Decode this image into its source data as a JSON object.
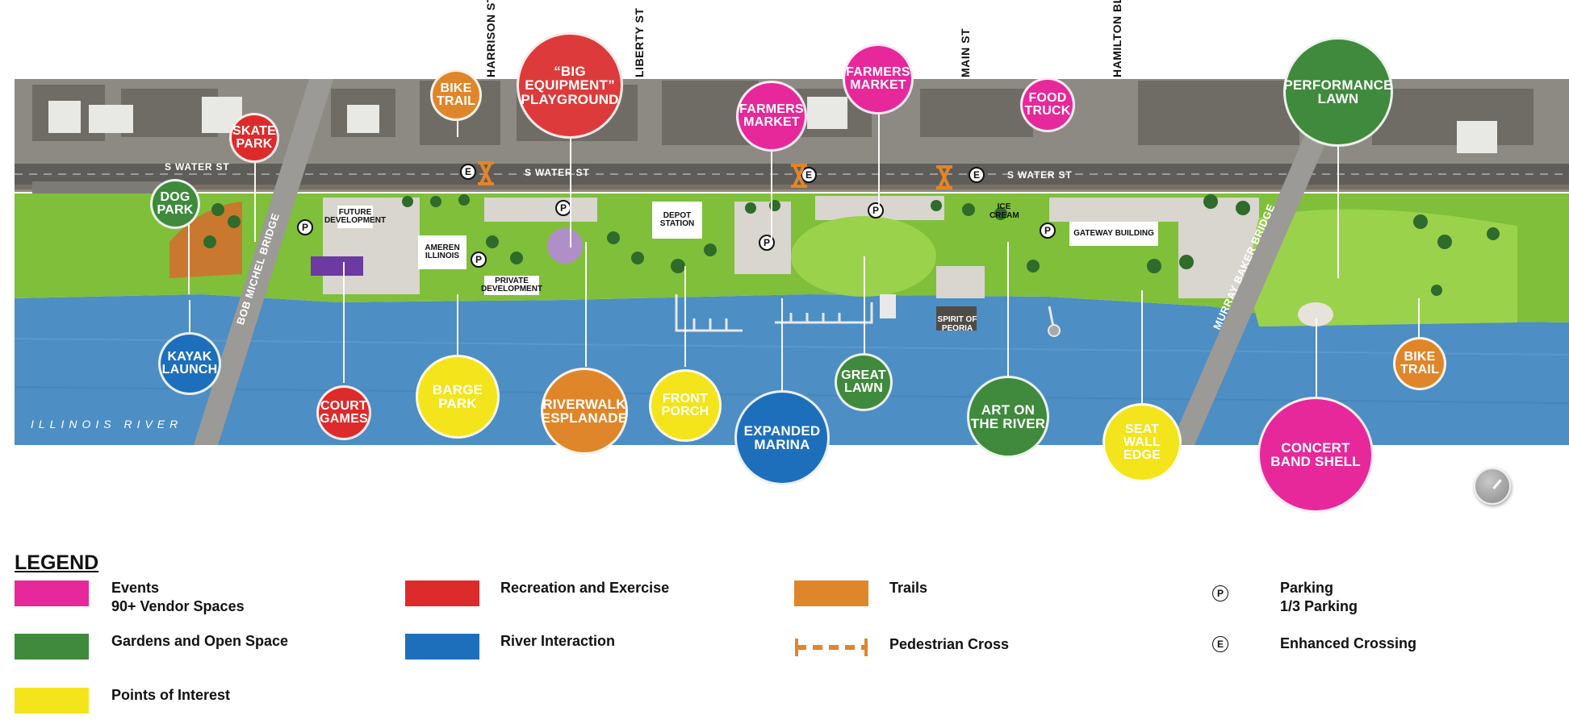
{
  "streets": {
    "harrison": "HARRISON ST",
    "liberty": "LIBERTY ST",
    "main": "MAIN ST",
    "hamilton": "HAMILTON  BL"
  },
  "roads": {
    "water_st_1": "S WATER ST",
    "water_st_2": "S WATER ST",
    "water_st_3": "S WATER ST"
  },
  "bridges": {
    "bob_michel": "BOB MICHEL BRIDGE",
    "murray_baker": "MURRAY BAKER BRIDGE"
  },
  "river": "ILLINOIS  RIVER",
  "buildings": {
    "future_dev": "FUTURE\nDEVELOPMENT",
    "ameren": "AMEREN\nILLINOIS",
    "private_dev": "PRIVATE\nDEVELOPMENT",
    "depot": "DEPOT\nSTATION",
    "ice_cream": "ICE\nCREAM",
    "gateway": "GATEWAY BUILDING",
    "spirit": "SPIRIT OF\nPEORIA"
  },
  "markers": {
    "parking": "P",
    "enhanced": "E"
  },
  "bubbles": {
    "bike_trail_1": "BIKE\nTRAIL",
    "big_equipment": "“BIG\nEQUIPMENT”\nPLAYGROUND",
    "skate_park": "SKATE\nPARK",
    "dog_park": "DOG\nPARK",
    "farmers_market_1": "FARMERS\nMARKET",
    "farmers_market_2": "FARMERS\nMARKET",
    "food_truck": "FOOD\nTRUCK",
    "performance_lawn": "PERFORMANCE\nLAWN",
    "kayak_launch": "KAYAK\nLAUNCH",
    "court_games": "COURT\nGAMES",
    "barge_park": "BARGE\nPARK",
    "riverwalk": "RIVERWALK\nESPLANADE",
    "front_porch": "FRONT\nPORCH",
    "expanded_marina": "EXPANDED\nMARINA",
    "great_lawn": "GREAT\nLAWN",
    "art_on_river": "ART ON\nTHE RIVER",
    "seat_wall": "SEAT WALL\nEDGE",
    "concert_band_shell": "CONCERT\nBAND SHELL",
    "bike_trail_2": "BIKE\nTRAIL"
  },
  "colors": {
    "events": "#e6289a",
    "gardens": "#3f8a3c",
    "points": "#f4e41b",
    "recreation": "#dd2b2b",
    "river": "#1e6fbb",
    "trails": "#e0862a",
    "water": "#4a8fc4",
    "park": "#7fbf3a"
  },
  "legend": {
    "title": "LEGEND",
    "items": {
      "events": "Events\n90+ Vendor Spaces",
      "gardens": "Gardens and Open Space",
      "points": "Points of Interest",
      "recreation": "Recreation and Exercise",
      "river": "River Interaction",
      "trails": "Trails",
      "pedestrian": "Pedestrian Cross",
      "parking": "Parking\n1/3 Parking",
      "enhanced": "Enhanced Crossing"
    }
  }
}
